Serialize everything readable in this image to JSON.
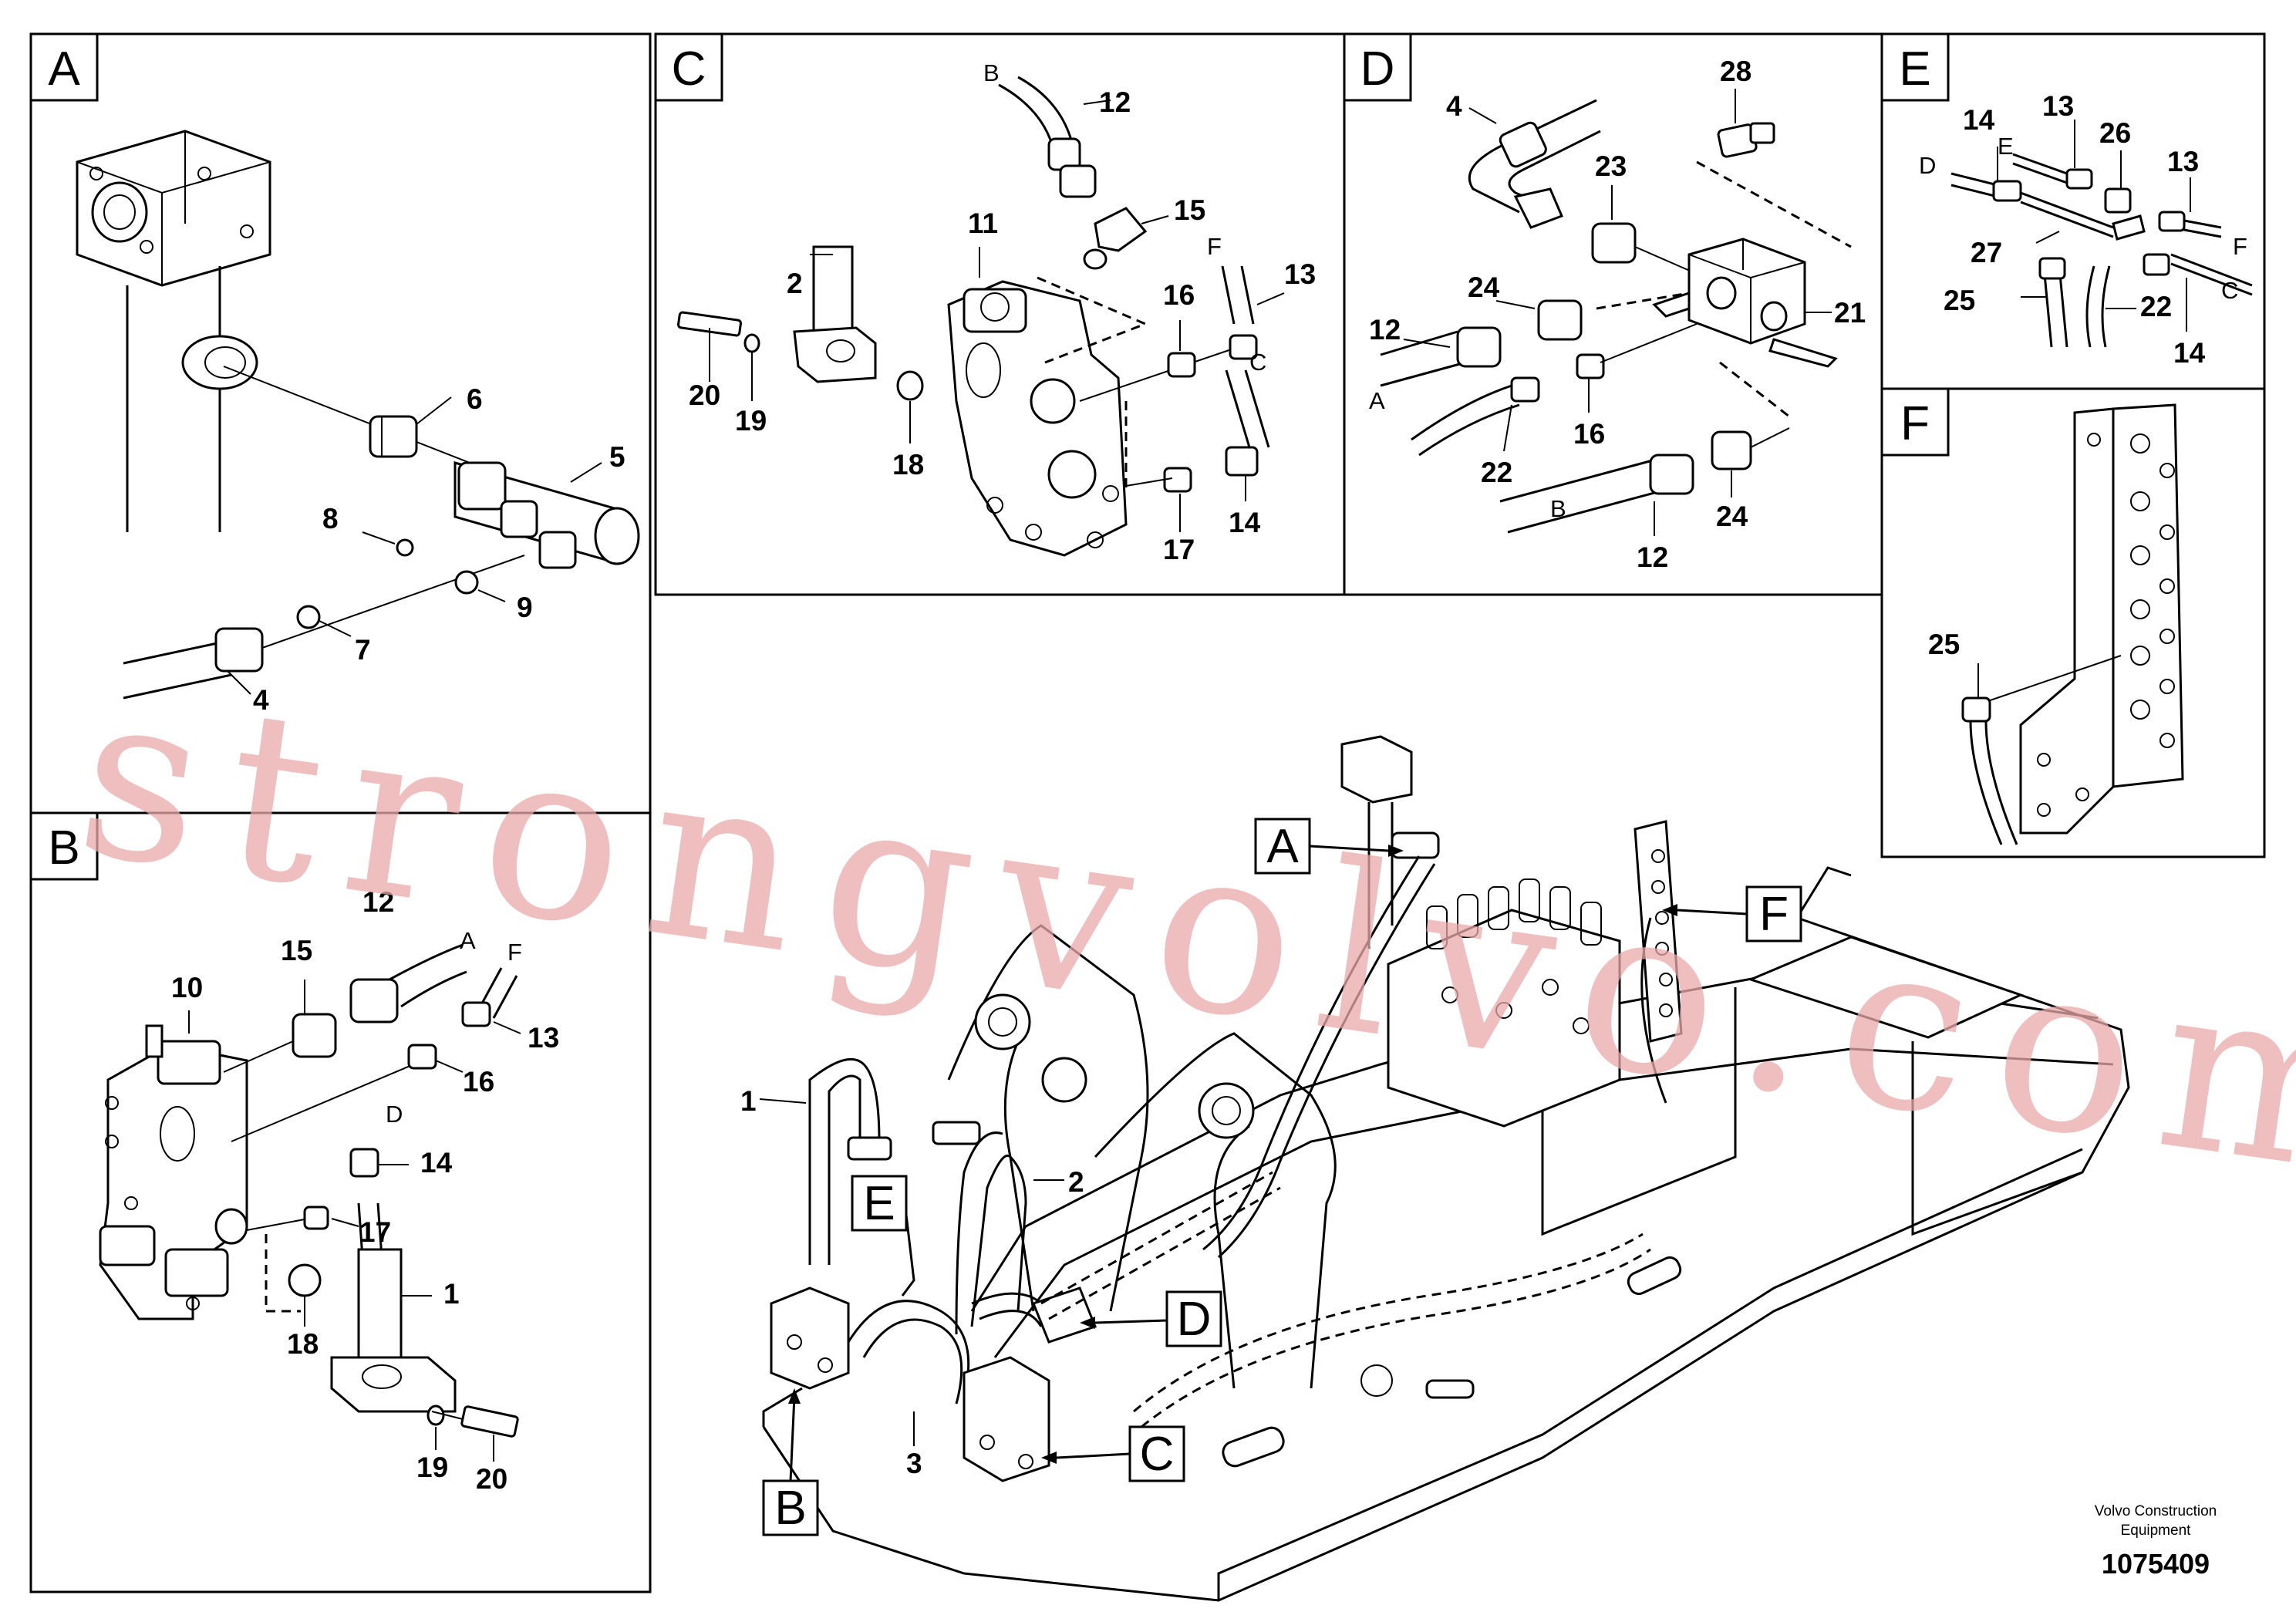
{
  "panels": {
    "A": {
      "tag": "A"
    },
    "B": {
      "tag": "B"
    },
    "C": {
      "tag": "C"
    },
    "D": {
      "tag": "D"
    },
    "E": {
      "tag": "E"
    },
    "F": {
      "tag": "F"
    }
  },
  "panel_a": {
    "callouts": [
      "6",
      "5",
      "8",
      "9",
      "7",
      "4"
    ]
  },
  "panel_b": {
    "callouts": [
      "12",
      "10",
      "15",
      "13",
      "16",
      "14",
      "17",
      "1",
      "18",
      "19",
      "20"
    ],
    "letters": [
      "A",
      "F",
      "D"
    ]
  },
  "panel_c": {
    "callouts": [
      "12",
      "11",
      "15",
      "2",
      "13",
      "16",
      "20",
      "19",
      "18",
      "14",
      "17"
    ],
    "letters": [
      "B",
      "F",
      "C"
    ]
  },
  "panel_d": {
    "callouts": [
      "28",
      "4",
      "23",
      "24",
      "12",
      "21",
      "16",
      "22",
      "24",
      "12"
    ],
    "letters": [
      "A",
      "B"
    ]
  },
  "panel_e": {
    "callouts": [
      "14",
      "13",
      "26",
      "13",
      "27",
      "25",
      "22",
      "14"
    ],
    "letters": [
      "D",
      "E",
      "F",
      "C"
    ]
  },
  "panel_f": {
    "callouts": [
      "25"
    ]
  },
  "overview": {
    "callouts": [
      "1",
      "2",
      "3"
    ],
    "tags": [
      "A",
      "F",
      "E",
      "D",
      "C",
      "B"
    ]
  },
  "watermark": "strongvolvo.com",
  "footer": {
    "brand_line1": "Volvo Construction",
    "brand_line2": "Equipment",
    "doc_number": "1075409"
  }
}
